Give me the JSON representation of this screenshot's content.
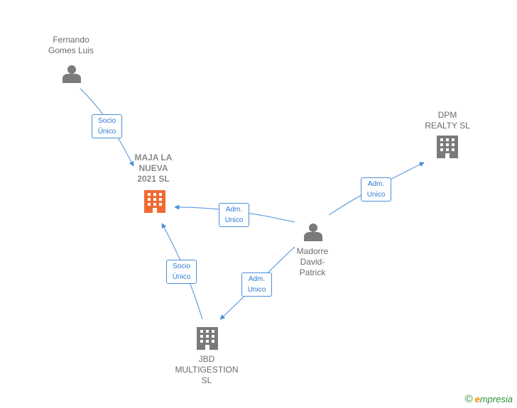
{
  "colors": {
    "edge": "#4a8fd8",
    "person_icon": "#7a7a7a",
    "company_icon": "#7a7a7a",
    "focus_company_icon": "#f26a33"
  },
  "nodes": {
    "fernando": {
      "label": "Fernando\nGomes Luis",
      "icon": "person-icon"
    },
    "maja": {
      "label": "MAJA LA\nNUEVA\n2021  SL",
      "icon": "building-icon"
    },
    "dpm": {
      "label": "DPM\nREALTY  SL",
      "icon": "building-icon"
    },
    "madorre": {
      "label": "Madorre\nDavid-\nPatrick",
      "icon": "person-icon"
    },
    "jbd": {
      "label": "JBD\nMULTIGESTION\nSL",
      "icon": "building-icon"
    }
  },
  "edges": {
    "fernando_maja": "Socio\nÚnico",
    "madorre_maja": "Adm.\nUnico",
    "madorre_dpm": "Adm.\nUnico",
    "madorre_jbd": "Adm.\nUnico",
    "jbd_maja": "Socio\nÚnico"
  },
  "brand": {
    "copyright": "©",
    "e": "e",
    "rest": "mpresia"
  }
}
